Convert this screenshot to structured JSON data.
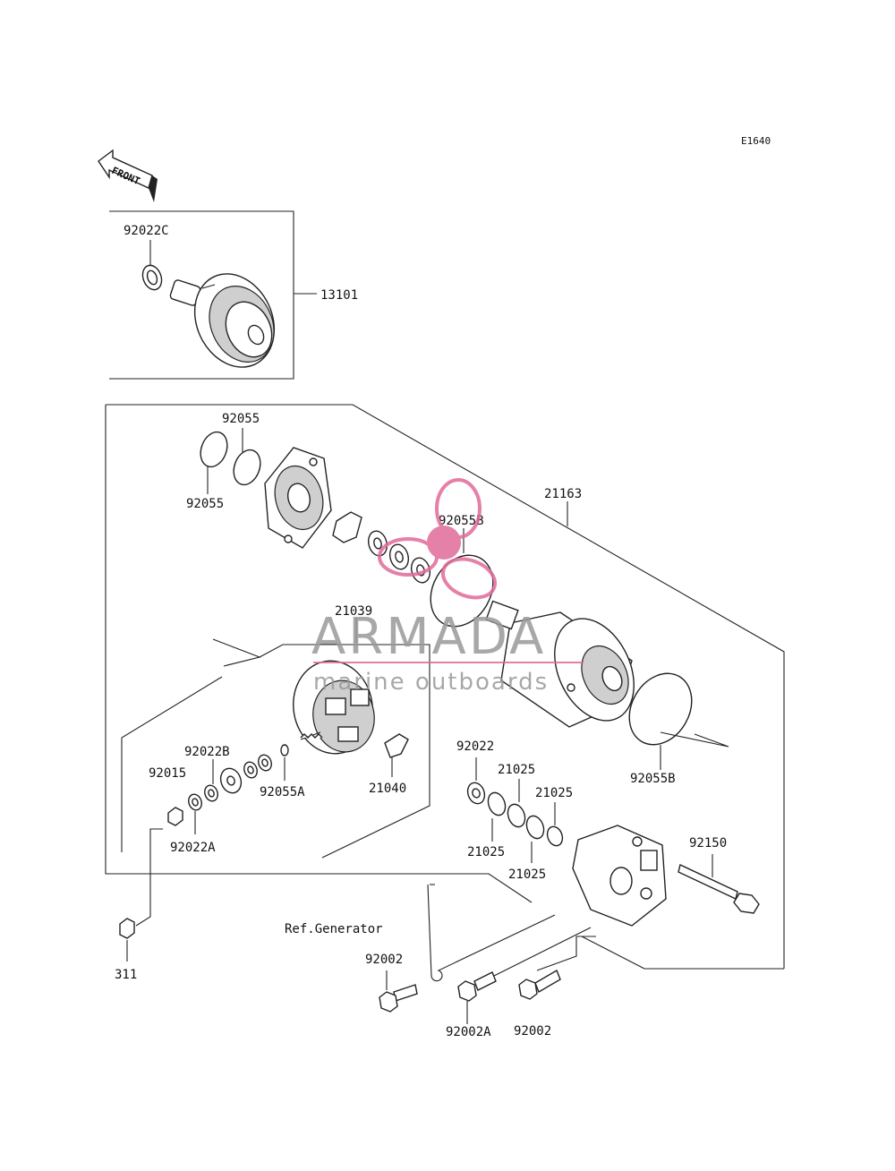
{
  "diagram": {
    "code": "E1640",
    "front_arrow": "FRONT",
    "ref_note": "Ref.Generator",
    "callouts": [
      {
        "id": "c-92022c",
        "text": "92022C"
      },
      {
        "id": "c-13101",
        "text": "13101"
      },
      {
        "id": "c-92055-top",
        "text": "92055"
      },
      {
        "id": "c-92055-left",
        "text": "92055"
      },
      {
        "id": "c-21163",
        "text": "21163"
      },
      {
        "id": "c-92055b-top",
        "text": "92055B"
      },
      {
        "id": "c-21039",
        "text": "21039"
      },
      {
        "id": "c-92022b",
        "text": "92022B"
      },
      {
        "id": "c-92015",
        "text": "92015"
      },
      {
        "id": "c-92055a",
        "text": "92055A"
      },
      {
        "id": "c-21040",
        "text": "21040"
      },
      {
        "id": "c-92022a",
        "text": "92022A"
      },
      {
        "id": "c-92022",
        "text": "92022"
      },
      {
        "id": "c-21025-a",
        "text": "21025"
      },
      {
        "id": "c-21025-b",
        "text": "21025"
      },
      {
        "id": "c-21025-c",
        "text": "21025"
      },
      {
        "id": "c-21025-d",
        "text": "21025"
      },
      {
        "id": "c-92055b-bottom",
        "text": "92055B"
      },
      {
        "id": "c-92150",
        "text": "92150"
      },
      {
        "id": "c-311",
        "text": "311"
      },
      {
        "id": "c-92002-left",
        "text": "92002"
      },
      {
        "id": "c-92002a",
        "text": "92002A"
      },
      {
        "id": "c-92002-right",
        "text": "92002"
      }
    ]
  },
  "watermark": {
    "brand": "ARMADA",
    "tagline": "marine outboards",
    "accent_color": "#e16a9a"
  }
}
